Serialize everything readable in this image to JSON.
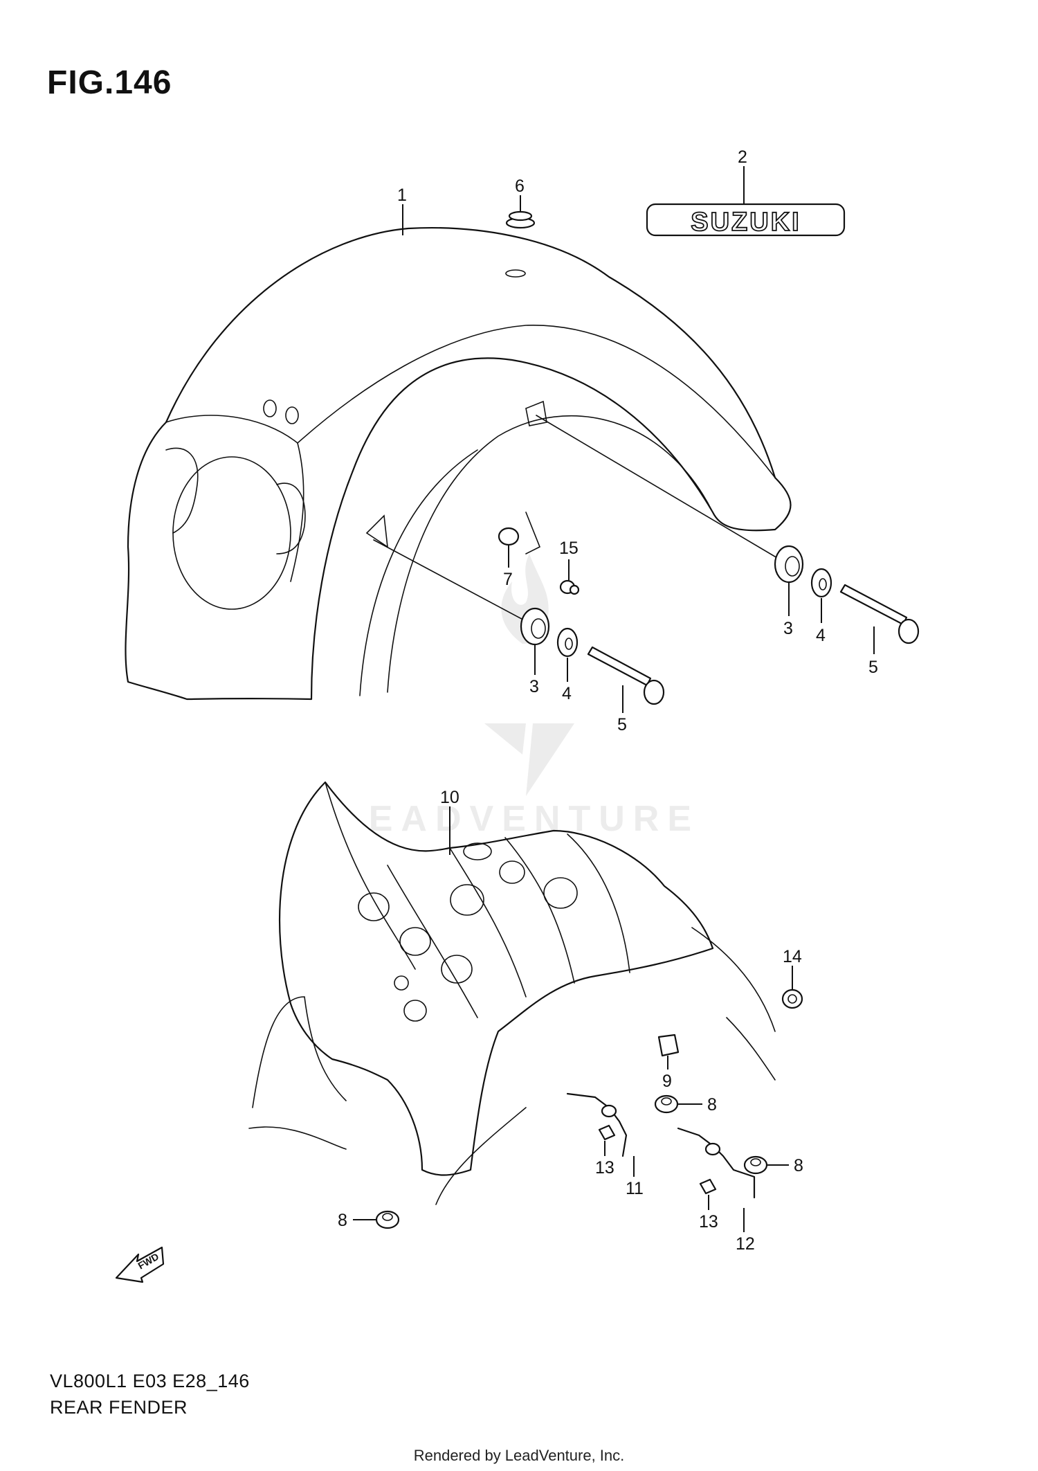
{
  "figure": {
    "title": "FIG.146"
  },
  "watermark": {
    "text": "LEADVENTURE",
    "color": "#ececec"
  },
  "parts": [
    {
      "id": "p1",
      "number": "1"
    },
    {
      "id": "p2",
      "number": "2"
    },
    {
      "id": "p3a",
      "number": "3"
    },
    {
      "id": "p3b",
      "number": "3"
    },
    {
      "id": "p4a",
      "number": "4"
    },
    {
      "id": "p4b",
      "number": "4"
    },
    {
      "id": "p5a",
      "number": "5"
    },
    {
      "id": "p5b",
      "number": "5"
    },
    {
      "id": "p6",
      "number": "6"
    },
    {
      "id": "p7",
      "number": "7"
    },
    {
      "id": "p8a",
      "number": "8"
    },
    {
      "id": "p8b",
      "number": "8"
    },
    {
      "id": "p8c",
      "number": "8"
    },
    {
      "id": "p9",
      "number": "9"
    },
    {
      "id": "p10",
      "number": "10"
    },
    {
      "id": "p11",
      "number": "11"
    },
    {
      "id": "p12",
      "number": "12"
    },
    {
      "id": "p13a",
      "number": "13"
    },
    {
      "id": "p13b",
      "number": "13"
    },
    {
      "id": "p14",
      "number": "14"
    },
    {
      "id": "p15",
      "number": "15"
    }
  ],
  "emblem": {
    "text": "SUZUKI"
  },
  "fwd_arrow": {
    "text": "FWD"
  },
  "footer": {
    "code": "VL800L1 E03 E28_146",
    "name": "REAR FENDER",
    "rendered_by": "Rendered by LeadVenture, Inc."
  }
}
